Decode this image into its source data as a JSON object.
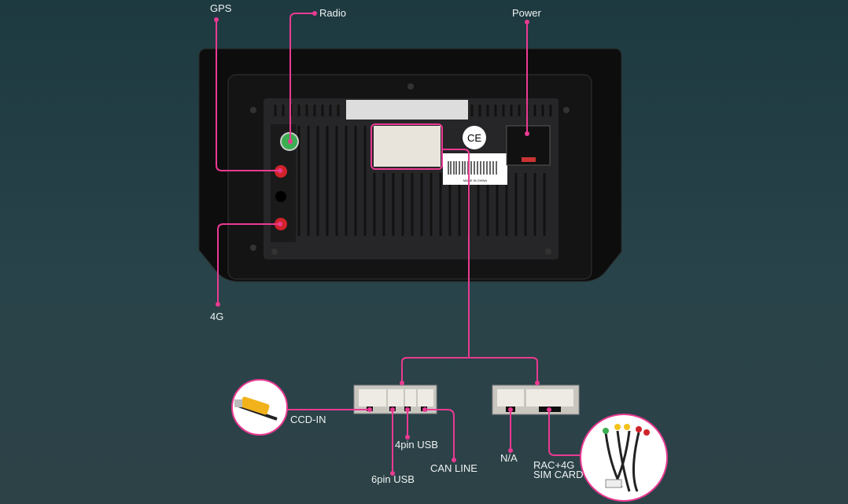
{
  "labels": {
    "gps": "GPS",
    "radio": "Radio",
    "power": "Power",
    "lte": "4G",
    "ccd_in": "CCD-IN",
    "usb4": "4pin USB",
    "usb6": "6pin USB",
    "can": "CAN LINE",
    "na": "N/A",
    "rac_line1": "RAC+4G",
    "rac_line2": "SIM CARD"
  },
  "device": {
    "ce_mark": "CE",
    "made_in": "MADE IN CHINA"
  },
  "colors": {
    "accent": "#ea3a92",
    "background": "#244047"
  }
}
